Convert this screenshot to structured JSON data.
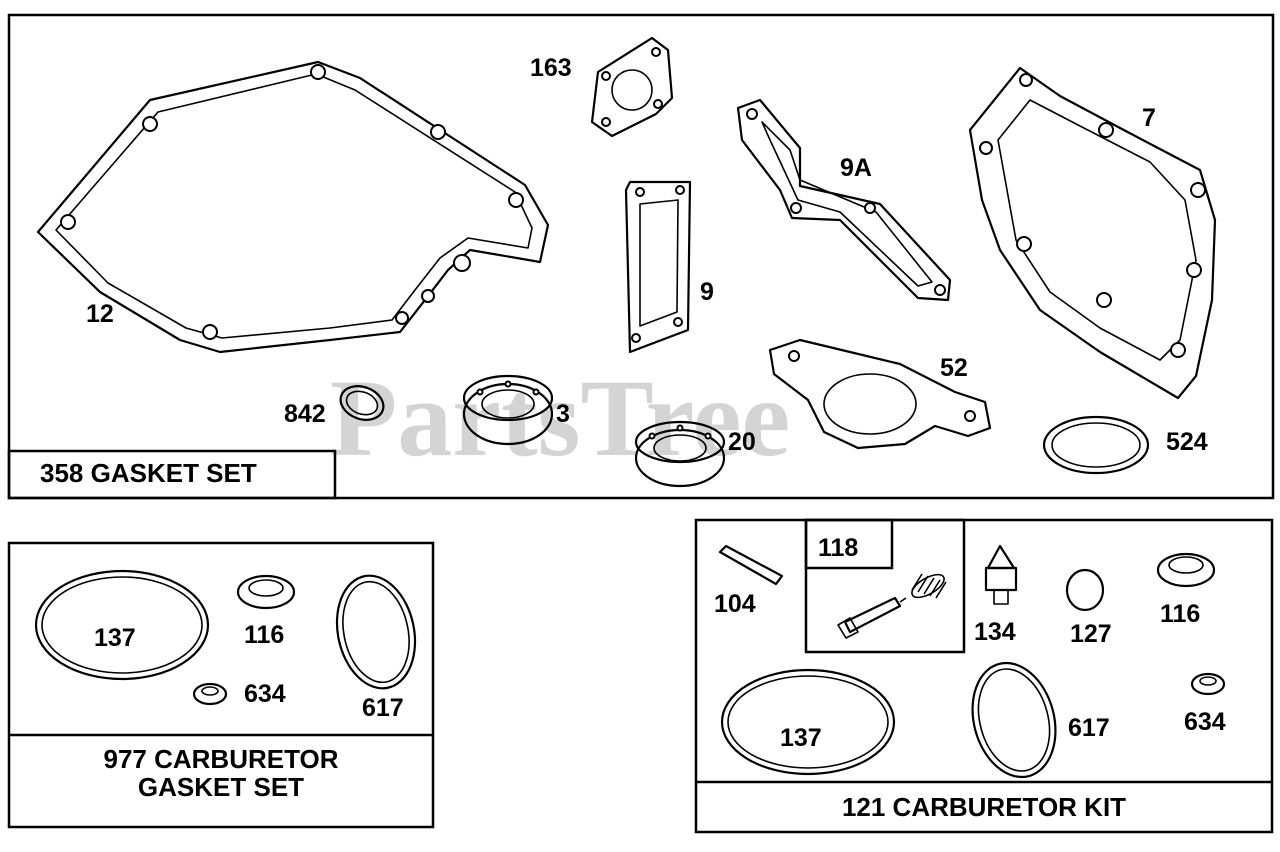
{
  "watermark": "PartsTree",
  "panels": {
    "gasket_set": {
      "title": "358 GASKET SET",
      "labels": {
        "p163": "163",
        "p12": "12",
        "p9a": "9A",
        "p7": "7",
        "p9": "9",
        "p52": "52",
        "p842": "842",
        "p3": "3",
        "p20": "20",
        "p524": "524"
      }
    },
    "carb_gasket_set": {
      "title_line1": "977 CARBURETOR",
      "title_line2": "GASKET SET",
      "labels": {
        "p137": "137",
        "p116": "116",
        "p634": "634",
        "p617": "617"
      }
    },
    "carb_kit": {
      "title": "121 CARBURETOR KIT",
      "sub_box_label": "118",
      "labels": {
        "p104": "104",
        "p134": "134",
        "p127": "127",
        "p116": "116",
        "p137": "137",
        "p617": "617",
        "p634": "634"
      }
    }
  }
}
